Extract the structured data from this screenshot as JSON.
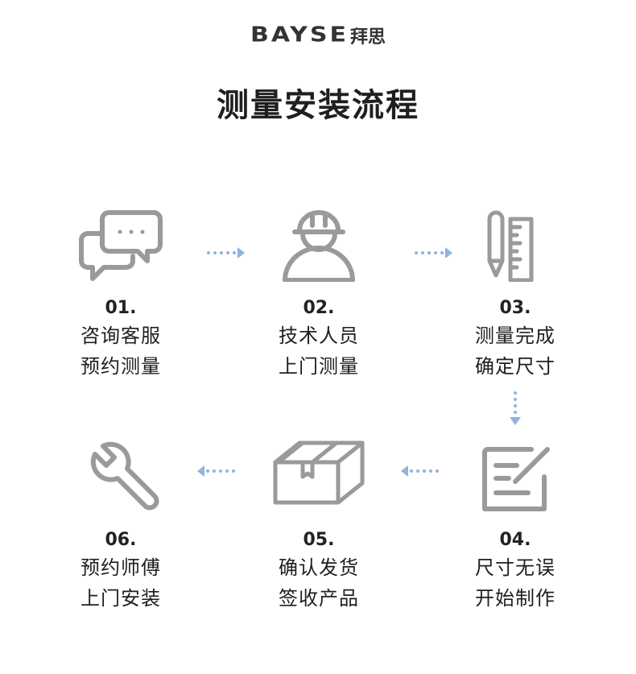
{
  "brand": {
    "logo_text": "BAYSE",
    "logo_cn": "拜思"
  },
  "title": "测量安装流程",
  "steps": [
    {
      "num": "01.",
      "line1": "咨询客服",
      "line2": "预约测量",
      "icon": "chat-icon"
    },
    {
      "num": "02.",
      "line1": "技术人员",
      "line2": "上门测量",
      "icon": "worker-icon"
    },
    {
      "num": "03.",
      "line1": "测量完成",
      "line2": "确定尺寸",
      "icon": "ruler-pencil-icon"
    },
    {
      "num": "04.",
      "line1": "尺寸无误",
      "line2": "开始制作",
      "icon": "edit-icon"
    },
    {
      "num": "05.",
      "line1": "确认发货",
      "line2": "签收产品",
      "icon": "box-icon"
    },
    {
      "num": "06.",
      "line1": "预约师傅",
      "line2": "上门安装",
      "icon": "wrench-icon"
    }
  ],
  "colors": {
    "icon": "#9a9a9a",
    "arrow": "#8fb4dd",
    "text": "#1f1f1f"
  }
}
